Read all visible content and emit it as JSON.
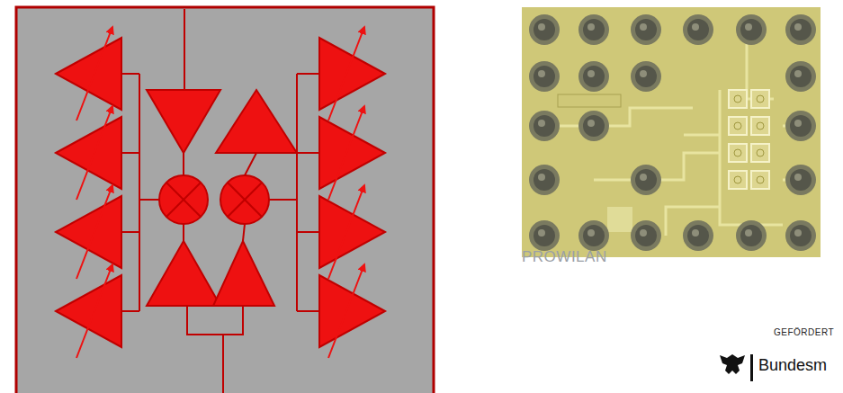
{
  "diagram": {
    "labels": [
      "PROWILAN",
      "GEFÖRDERT",
      "Bundesm"
    ]
  }
}
